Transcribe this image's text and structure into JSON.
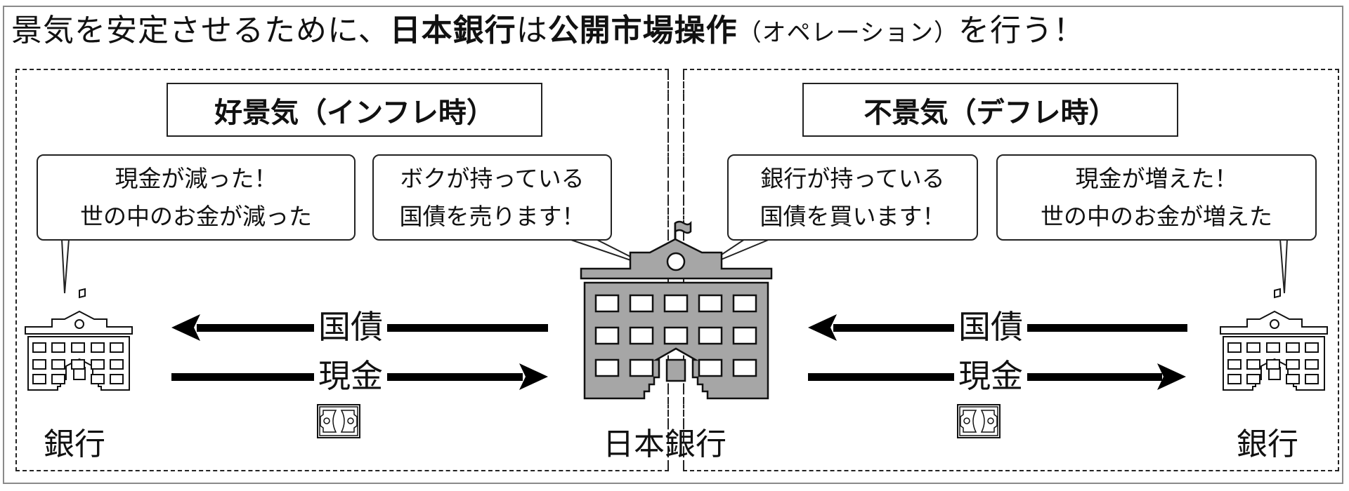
{
  "title": {
    "prefix": "景気を安定させるために、",
    "actor": "日本銀行",
    "particle": "は",
    "operation": "公開市場操作",
    "operation_reading": "（オペレーション）",
    "suffix": "を行う！"
  },
  "panels": {
    "left": {
      "scene_title": "好景気（インフレ時）",
      "bank_bubble": [
        "現金が減った！",
        "世の中のお金が減った"
      ],
      "boj_bubble": [
        "ボクが持っている",
        "国債を売ります！"
      ],
      "top_arrow": {
        "label": "国債",
        "direction": "to-bank"
      },
      "bottom_arrow": {
        "label": "現金",
        "direction": "to-boj"
      },
      "bank_label": "銀行"
    },
    "right": {
      "scene_title": "不景気（デフレ時）",
      "boj_bubble": [
        "銀行が持っている",
        "国債を買います！"
      ],
      "bank_bubble": [
        "現金が増えた！",
        "世の中のお金が増えた"
      ],
      "top_arrow": {
        "label": "国債",
        "direction": "to-boj"
      },
      "bottom_arrow": {
        "label": "現金",
        "direction": "to-bank"
      },
      "bank_label": "銀行"
    }
  },
  "center": {
    "label": "日本銀行"
  },
  "icons": {
    "bank": "bank-building-icon",
    "central_bank": "central-bank-building-icon",
    "cash": "banknote-icon",
    "arrow": "arrow-icon"
  },
  "colors": {
    "ink": "#111111",
    "central_bank_fill": "#a6a6a6",
    "frame": "#8a8a8a",
    "background": "#ffffff"
  }
}
